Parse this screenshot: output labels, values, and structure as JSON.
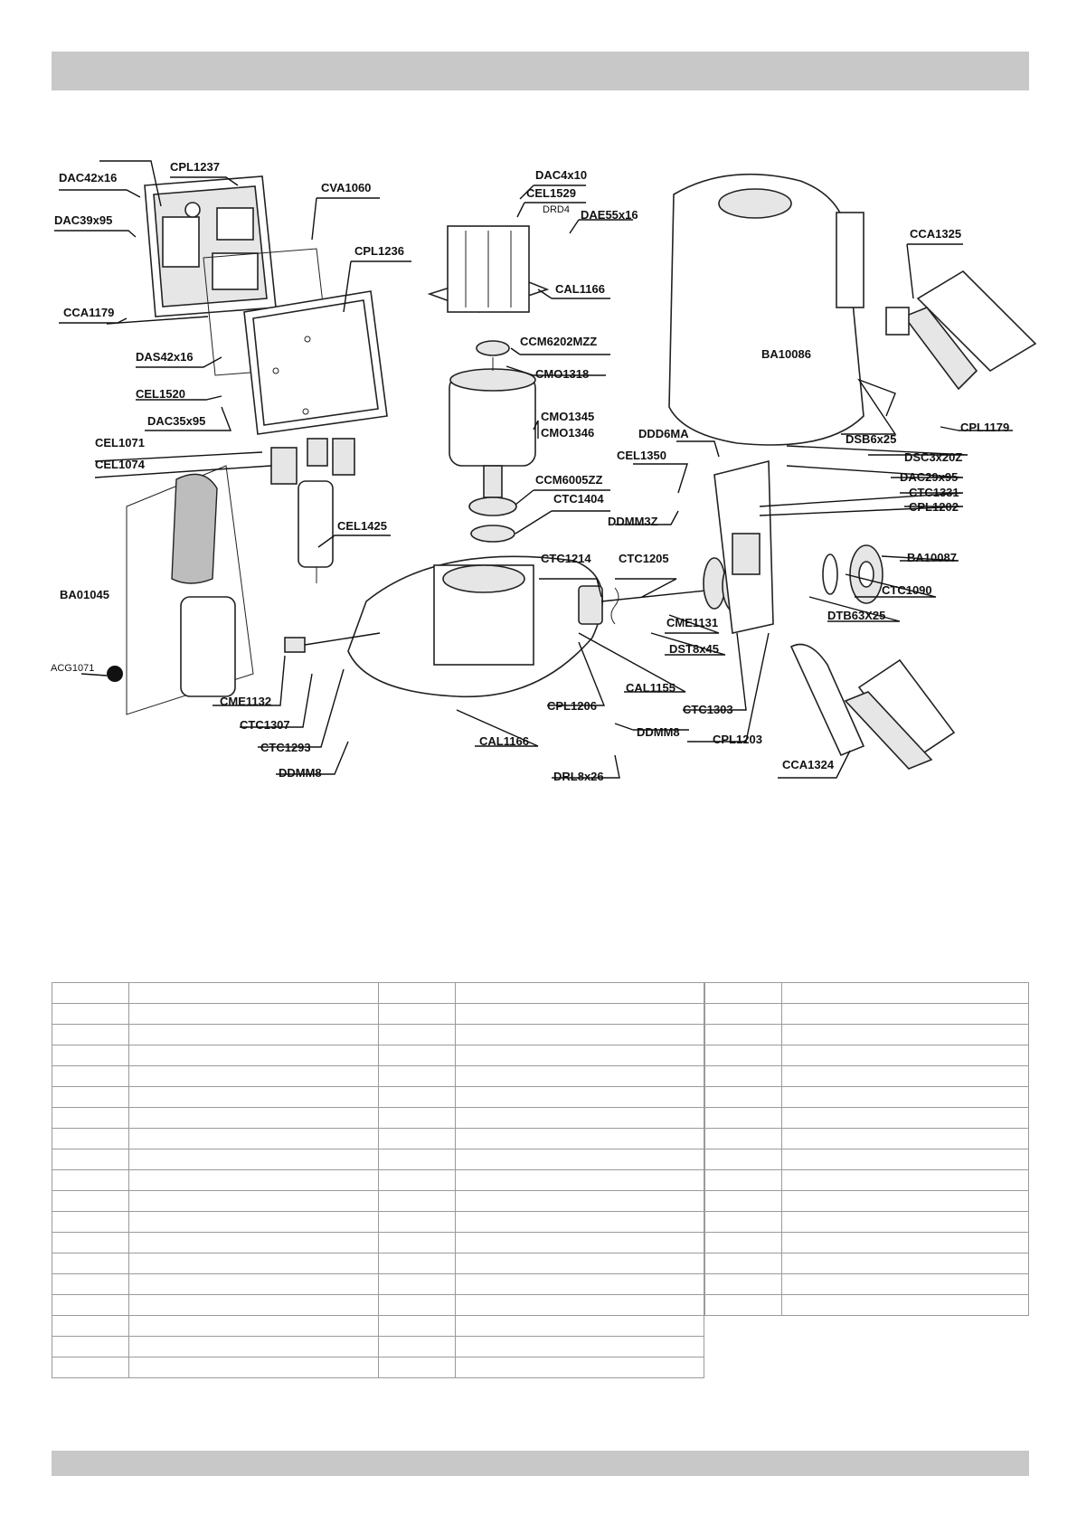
{
  "header": {
    "text": ""
  },
  "footer": {
    "text": ""
  },
  "callouts": [
    "CPL1237",
    "DAC42x16",
    "DAC39x95",
    "CVA1060",
    "CPL1236",
    "CCA1179",
    "DAS42x16",
    "CEL1520",
    "DAC35x95",
    "CEL1071",
    "CEL1074",
    "BA01045",
    "ACG1071",
    "CEL1425",
    "DAC4x10",
    "CEL1529",
    "DRD4",
    "DAE55x16",
    "CAL1166",
    "CCM6202MZZ",
    "CMO1318",
    "CMO1345",
    "CMO1346",
    "CCM6005ZZ",
    "CTC1404",
    "CTC1214",
    "CTC1205",
    "CME1131",
    "DST8x45",
    "CAL1155",
    "CPL1206",
    "CTC1303",
    "CME1132",
    "CTC1307",
    "CTC1293",
    "DDMM8",
    "DDMM8",
    "DRL8x26",
    "CAL1166",
    "BA10086",
    "CCA1325",
    "CPL1179",
    "DSB6x25",
    "DSC3x20Z",
    "DAC29x95",
    "CTC1331",
    "CPL1202",
    "DDD6MA",
    "CEL1350",
    "DDMM3Z",
    "BA10087",
    "CTC1090",
    "DTB63X25",
    "CPL1203",
    "CCA1324"
  ],
  "table": {
    "left_rows": 19,
    "right_rows": 16,
    "columns_per_block": 2
  }
}
